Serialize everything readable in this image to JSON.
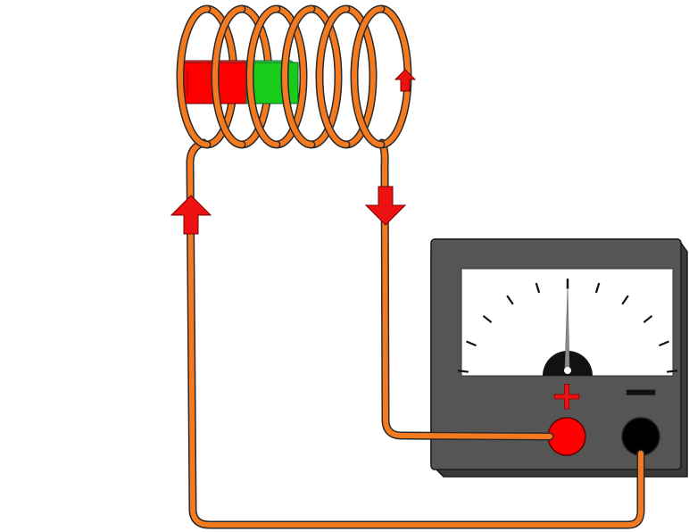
{
  "colors": {
    "wire": "#f47a20",
    "wire_outline": "#2a2a2a",
    "arrow": "#ee1111",
    "magnet_north": "#ff0000",
    "magnet_south": "#19cc19",
    "meter_body": "#555555",
    "meter_body_dark": "#3a3a3a",
    "meter_face": "#ffffff",
    "needle": "#8a8a8a",
    "terminal_positive": "#ff0000",
    "terminal_negative": "#000000"
  },
  "coil": {
    "turns": 6
  },
  "meter": {
    "needle_value": 0.5,
    "positive_sign": "+",
    "negative_sign": "−"
  },
  "arrows": {
    "left_wire": "up",
    "right_wire": "down",
    "coil": "up"
  },
  "icons": [
    "bar-magnet-icon",
    "galvanometer-icon",
    "current-arrow-icon"
  ]
}
